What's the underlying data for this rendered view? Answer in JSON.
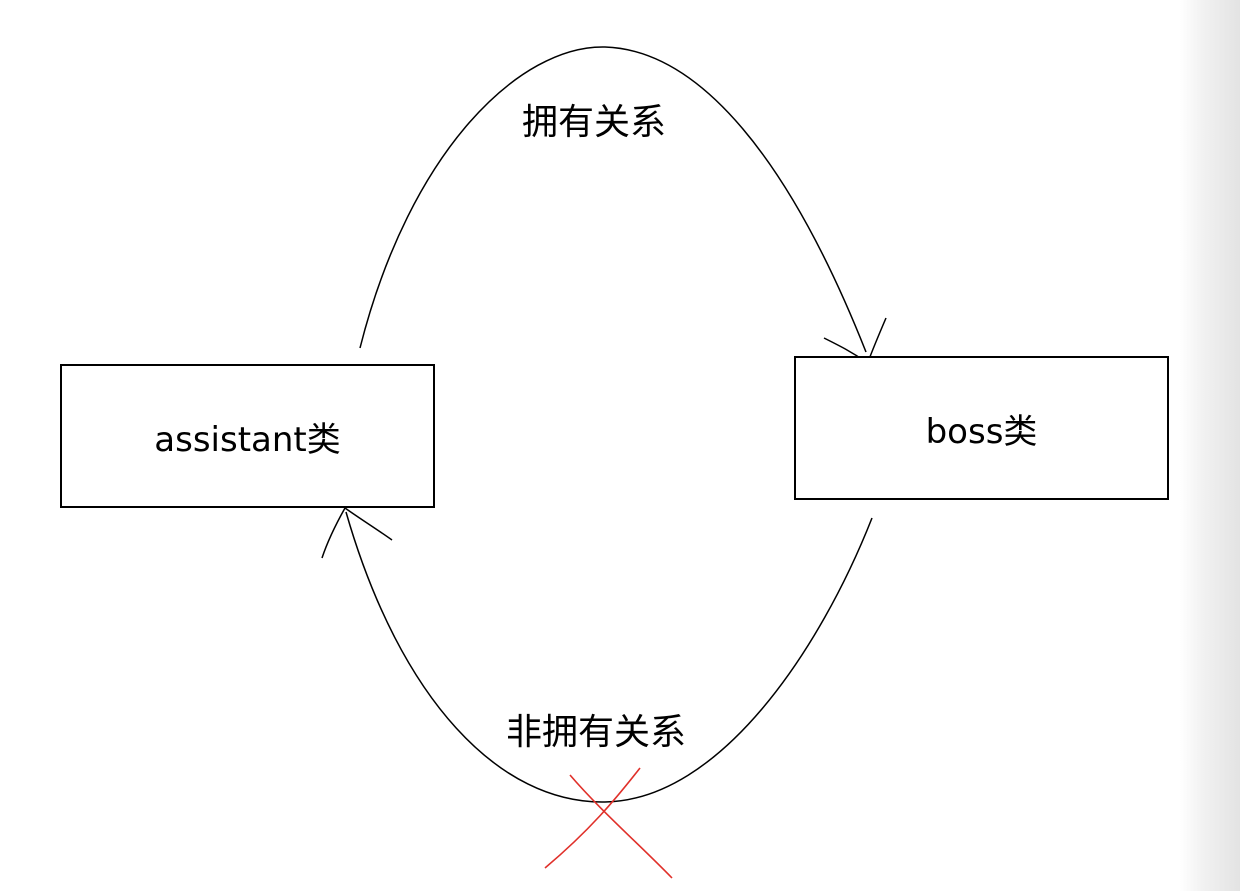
{
  "diagram": {
    "nodes": {
      "assistant": {
        "label": "assistant类"
      },
      "boss": {
        "label": "boss类"
      }
    },
    "edges": {
      "top": {
        "label": "拥有关系",
        "from": "assistant",
        "to": "boss"
      },
      "bottom": {
        "label": "非拥有关系",
        "from": "boss",
        "to": "assistant",
        "crossed_out": true
      }
    },
    "colors": {
      "line": "#000000",
      "cross_mark": "#e0302a"
    }
  }
}
